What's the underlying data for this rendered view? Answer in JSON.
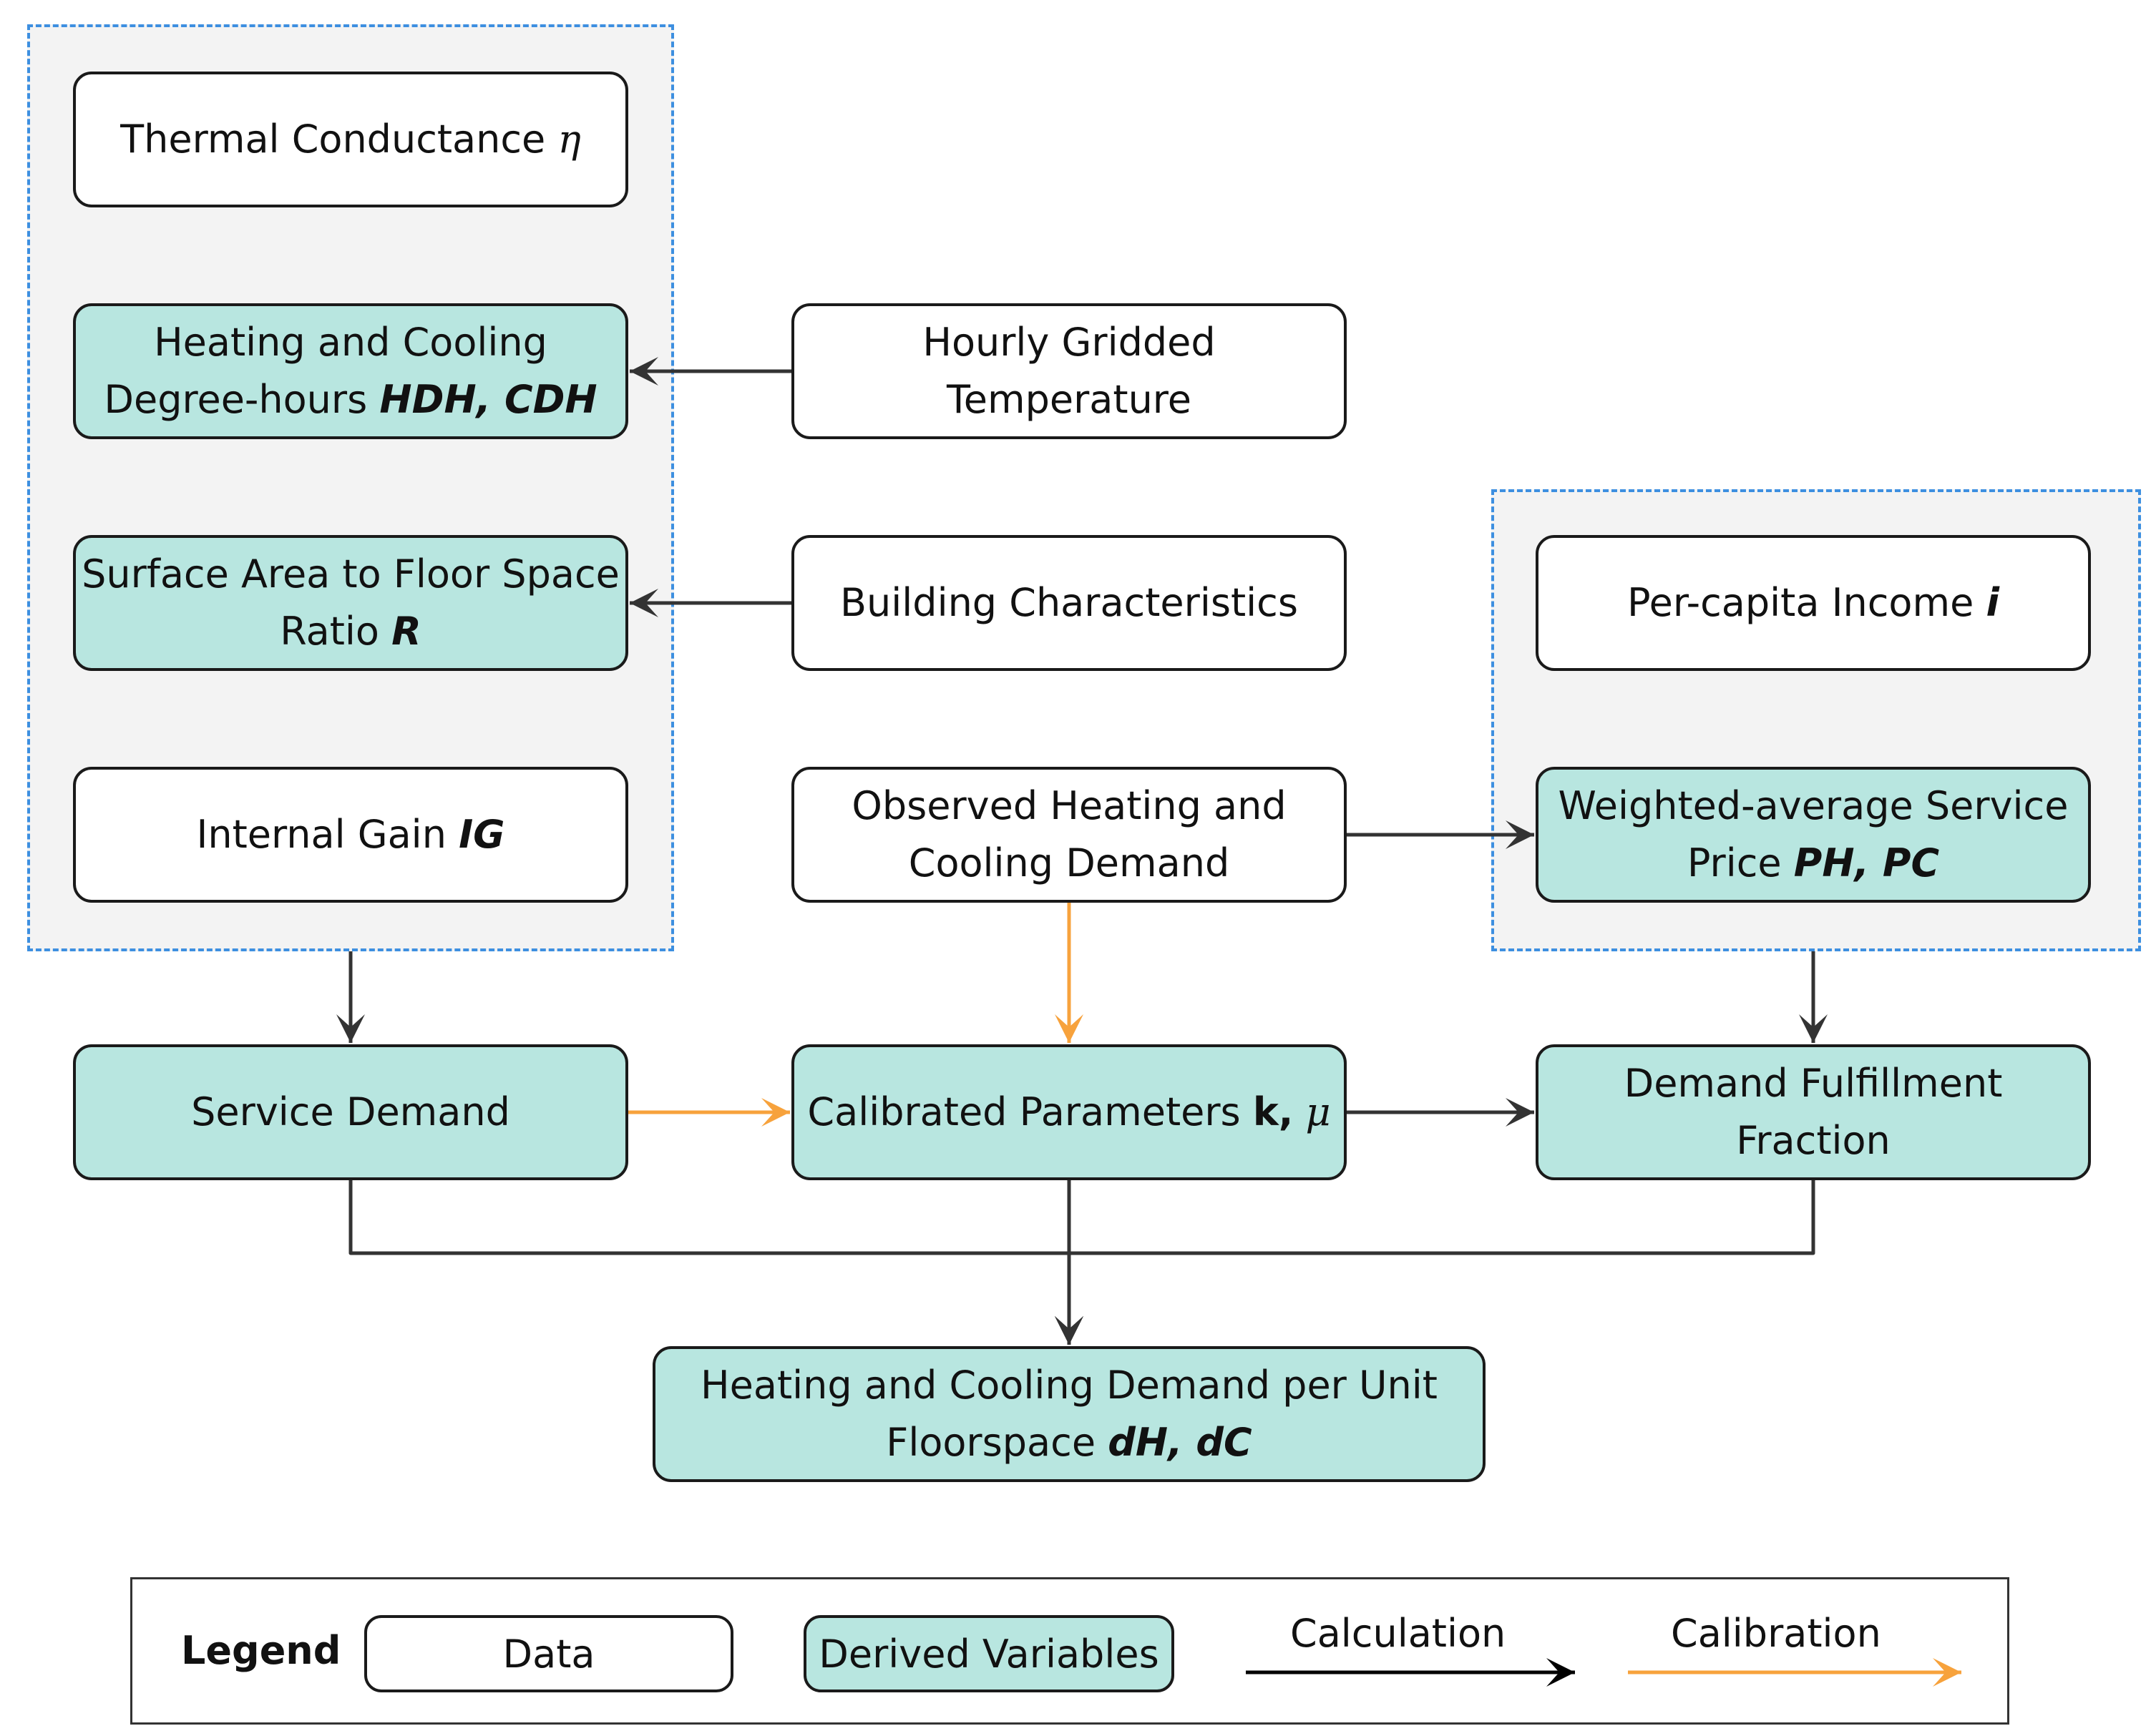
{
  "colors": {
    "data_fill": "#ffffff",
    "derived_fill": "#b8e6e0",
    "group_fill": "#f3f3f3",
    "group_border": "#3d8fe0",
    "calc_arrow": "#333333",
    "calib_arrow": "#f7a23c"
  },
  "nodes": {
    "thermal": {
      "text": "Thermal Conductance",
      "sym": "η",
      "kind": "data"
    },
    "hdh": {
      "line1": "Heating and Cooling",
      "line2": "Degree-hours",
      "sym": "HDH, CDH",
      "kind": "derived"
    },
    "surface": {
      "line1": "Surface Area to Floor Space",
      "line2": "Ratio",
      "sym": "R",
      "kind": "derived"
    },
    "internal": {
      "text": "Internal Gain",
      "sym": "IG",
      "kind": "data"
    },
    "hourly": {
      "line1": "Hourly Gridded",
      "line2": "Temperature",
      "kind": "data"
    },
    "building": {
      "text": "Building Characteristics",
      "kind": "data"
    },
    "observed": {
      "line1": "Observed Heating and",
      "line2": "Cooling Demand",
      "kind": "data"
    },
    "income": {
      "text": "Per-capita Income",
      "sym": "i",
      "kind": "data"
    },
    "price": {
      "line1": "Weighted-average Service",
      "line2": "Price",
      "sym": "PH, PC",
      "kind": "derived"
    },
    "service": {
      "text": "Service Demand",
      "kind": "derived"
    },
    "calibrated": {
      "text": "Calibrated Parameters",
      "sym_bold": "k,",
      "sym": "μ",
      "kind": "derived"
    },
    "fulfillment": {
      "line1": "Demand Fulfillment",
      "line2": "Fraction",
      "kind": "derived"
    },
    "final": {
      "line1": "Heating and Cooling Demand per Unit",
      "line2": "Floorspace",
      "sym": "dH, dC",
      "kind": "derived"
    }
  },
  "edges": [
    {
      "from": "hourly",
      "to": "hdh",
      "type": "calculation"
    },
    {
      "from": "building",
      "to": "surface",
      "type": "calculation"
    },
    {
      "from": "observed",
      "to": "price",
      "type": "calculation"
    },
    {
      "from": "left-group",
      "to": "service",
      "type": "calculation"
    },
    {
      "from": "observed",
      "to": "calibrated",
      "type": "calibration"
    },
    {
      "from": "right-group",
      "to": "fulfillment",
      "type": "calculation"
    },
    {
      "from": "service",
      "to": "calibrated",
      "type": "calibration"
    },
    {
      "from": "calibrated",
      "to": "fulfillment",
      "type": "calculation"
    },
    {
      "from": "service",
      "to": "final",
      "type": "calculation"
    },
    {
      "from": "calibrated",
      "to": "final",
      "type": "calculation"
    },
    {
      "from": "fulfillment",
      "to": "final",
      "type": "calculation"
    }
  ],
  "legend": {
    "title": "Legend",
    "data_label": "Data",
    "derived_label": "Derived Variables",
    "calculation_label": "Calculation",
    "calibration_label": "Calibration"
  }
}
